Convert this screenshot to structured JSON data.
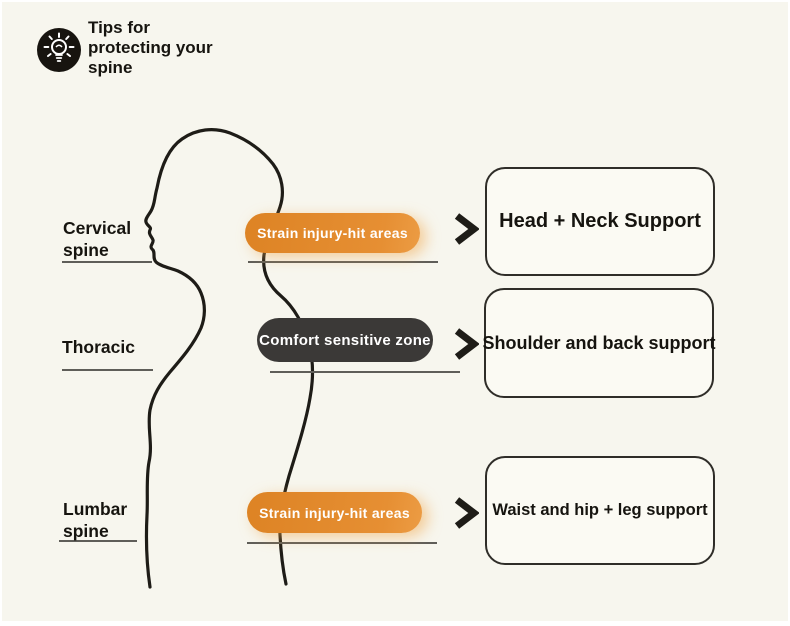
{
  "title": {
    "line1": "Tips for",
    "line2": "protecting your",
    "line3": "spine"
  },
  "icons": {
    "header": "lightbulb-icon",
    "connector": "chevron-right-icon",
    "figure": "body-profile-silhouette"
  },
  "spine_labels": [
    {
      "line1": "Cervical",
      "line2": "spine"
    },
    {
      "line1": "Thoracic",
      "line2": ""
    },
    {
      "line1": "Lumbar",
      "line2": "spine"
    }
  ],
  "badges": [
    {
      "text": "Strain injury-hit areas",
      "style": "orange"
    },
    {
      "text": "Comfort sensitive zone",
      "style": "dark"
    },
    {
      "text": "Strain injury-hit areas",
      "style": "orange"
    }
  ],
  "support_boxes": [
    {
      "text": "Head + Neck Support"
    },
    {
      "text": "Shoulder and back support"
    },
    {
      "text": "Waist and hip + leg support"
    }
  ],
  "colors": {
    "background": "#F7F6EE",
    "ink": "#1E1C17",
    "orange_badge": "#E2892B",
    "dark_badge": "#3B3937",
    "badge_text": "#FFFFFF",
    "divider_gray": "#5F5E59",
    "box_background": "#FBFAF3",
    "box_border": "#2F2D28"
  }
}
